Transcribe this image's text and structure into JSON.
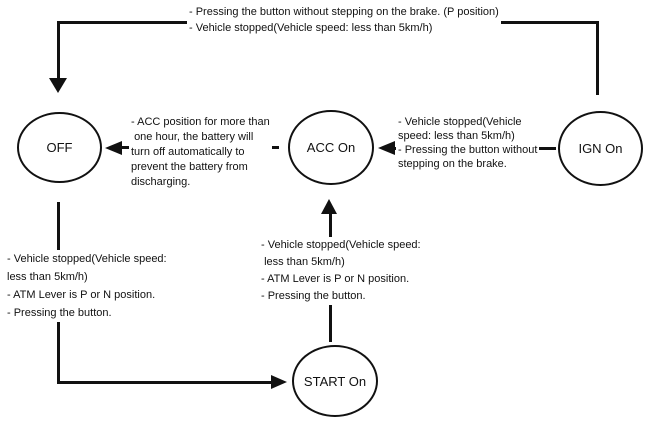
{
  "diagram": {
    "type": "state-transition-diagram",
    "states": {
      "off": {
        "label": "OFF"
      },
      "acc": {
        "label": "ACC On"
      },
      "ign": {
        "label": "IGN On"
      },
      "start": {
        "label": "START On"
      }
    },
    "transitions": {
      "ign_to_off": {
        "from": "IGN On",
        "to": "OFF",
        "condition": "- Pressing the button without stepping on the brake. (P position)\n- Vehicle stopped(Vehicle speed: less than 5km/h)"
      },
      "acc_to_off": {
        "from": "ACC On",
        "to": "OFF",
        "condition": "- ACC position for more than\n one hour, the battery will\nturn off automatically to\nprevent the battery from\ndischarging."
      },
      "ign_to_acc": {
        "from": "IGN On",
        "to": "ACC On",
        "condition": "- Vehicle stopped(Vehicle\nspeed: less than 5km/h)\n- Pressing the button without\nstepping on the brake."
      },
      "off_to_start": {
        "from": "OFF",
        "to": "START On",
        "condition": "- Vehicle stopped(Vehicle speed:\nless than 5km/h)\n- ATM Lever is P or N position.\n- Pressing the button."
      },
      "start_to_acc": {
        "from": "START On",
        "to": "ACC On",
        "condition": "- Vehicle stopped(Vehicle speed:\n less than 5km/h)\n- ATM Lever is P or N position.\n- Pressing the button."
      }
    },
    "colors": {
      "line": "#111111",
      "text": "#111111",
      "background": "#ffffff"
    }
  }
}
